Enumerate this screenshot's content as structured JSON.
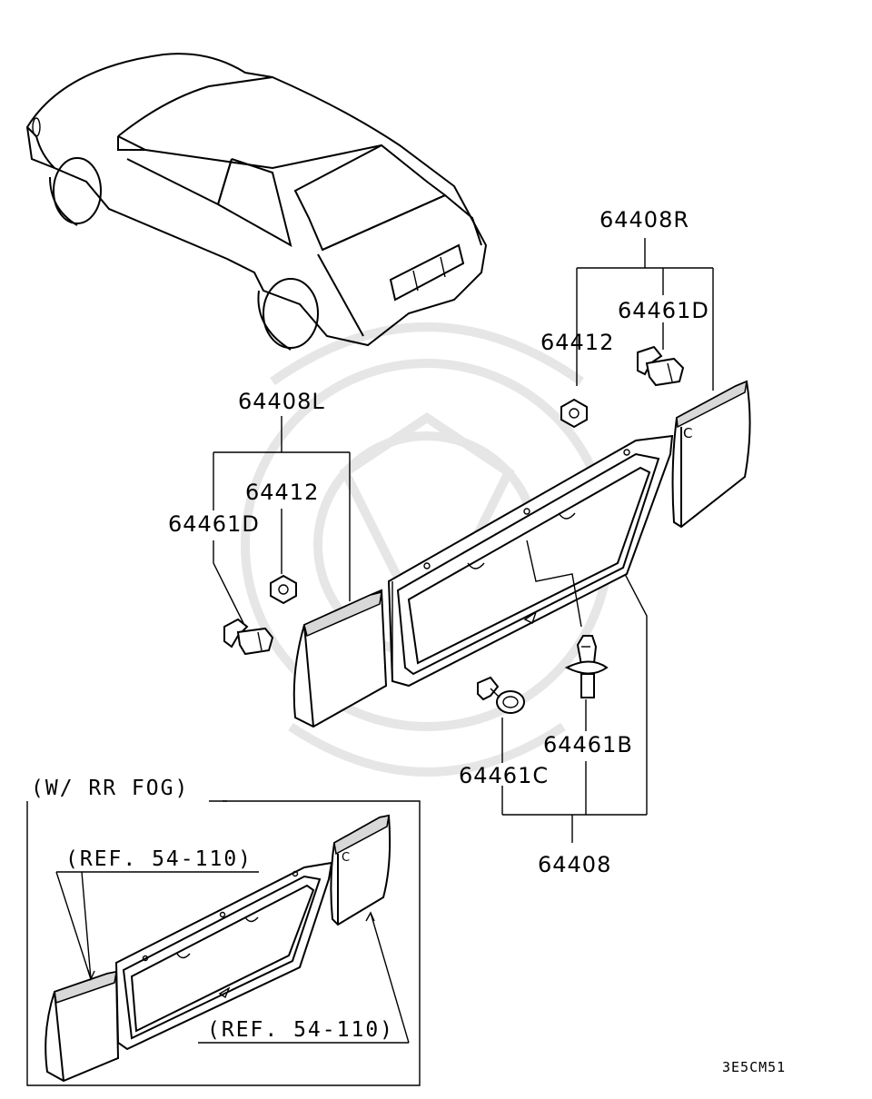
{
  "labels": {
    "part_64408R": "64408R",
    "part_64461D_right": "64461D",
    "part_64412_right": "64412",
    "part_64408L": "64408L",
    "part_64412_left": "64412",
    "part_64461D_left": "64461D",
    "part_64461B": "64461B",
    "part_64461C": "64461C",
    "part_64408": "64408",
    "inset_title": "(W/ RR FOG)",
    "ref_upper": "(REF. 54-110)",
    "ref_lower": "(REF. 54-110)",
    "diagram_code": "3E5CM51",
    "panel_marker_right": "C",
    "panel_marker_inset": "C"
  }
}
